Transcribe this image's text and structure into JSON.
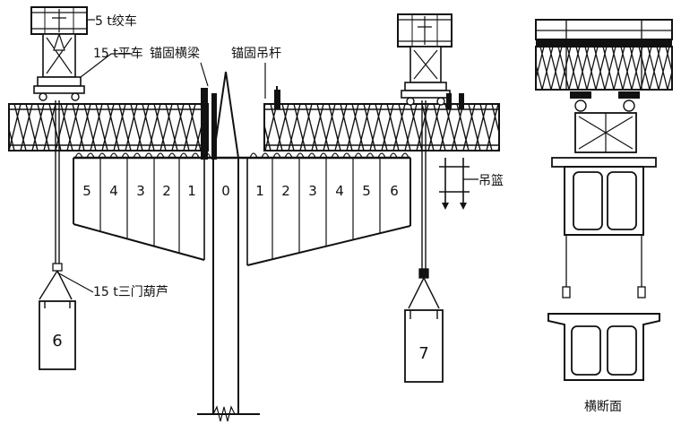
{
  "labels": {
    "winch": "5 t绞车",
    "flat_car": "15 t平车",
    "anchor_beam": "锚固横梁",
    "anchor_rod": "锚固吊杆",
    "hanging_basket": "吊篮",
    "hoist": "15 t三门葫芦",
    "cross_section": "横断面"
  },
  "segments": {
    "left": [
      "5",
      "4",
      "3",
      "2",
      "1"
    ],
    "center": "0",
    "right": [
      "1",
      "2",
      "3",
      "4",
      "5",
      "6"
    ]
  },
  "blocks": {
    "left": "6",
    "right": "7"
  }
}
